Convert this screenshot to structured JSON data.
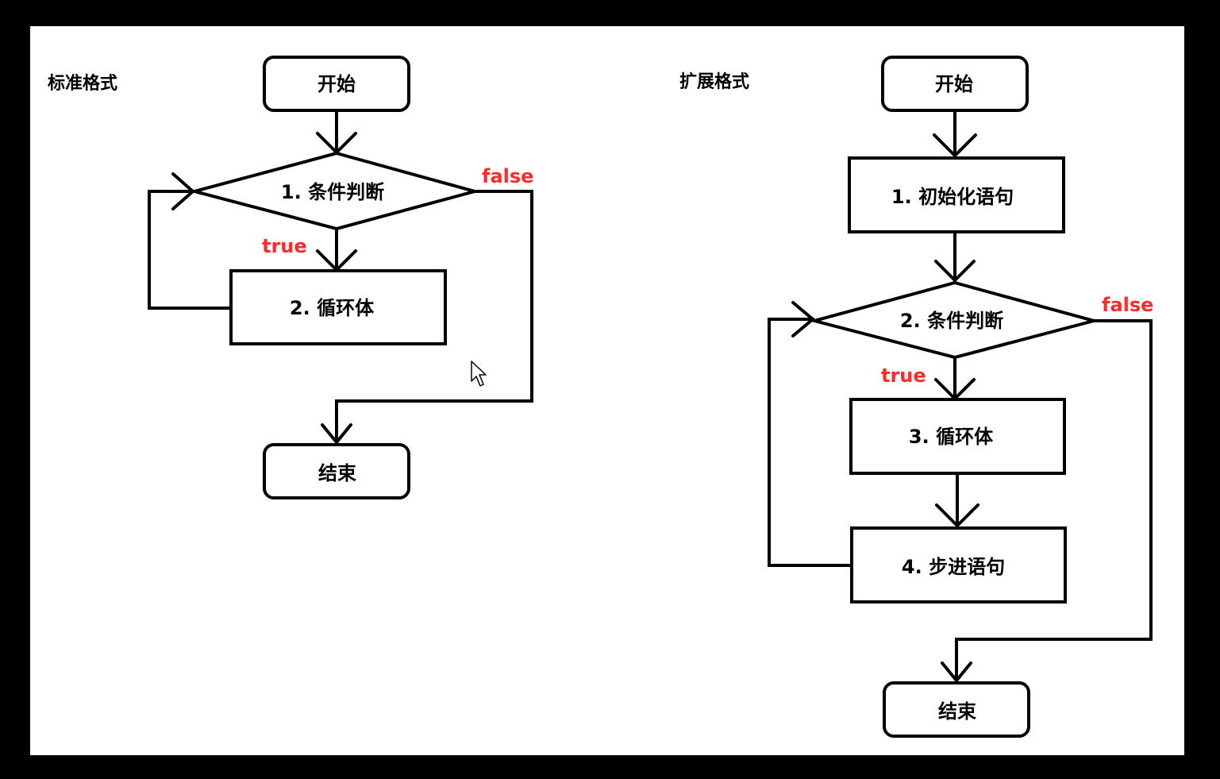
{
  "colors": {
    "background": "#000000",
    "canvas": "#ffffff",
    "stroke": "#000000",
    "branch_label": "#ff2a2a"
  },
  "standard": {
    "heading": "标准格式",
    "start": "开始",
    "condition": "1. 条件判断",
    "body": "2. 循环体",
    "end": "结束",
    "true_label": "true",
    "false_label": "false"
  },
  "extended": {
    "heading": "扩展格式",
    "start": "开始",
    "init": "1. 初始化语句",
    "condition": "2. 条件判断",
    "body": "3. 循环体",
    "step": "4. 步进语句",
    "end": "结束",
    "true_label": "true",
    "false_label": "false"
  },
  "cursor_icon": "mouse-pointer-icon"
}
